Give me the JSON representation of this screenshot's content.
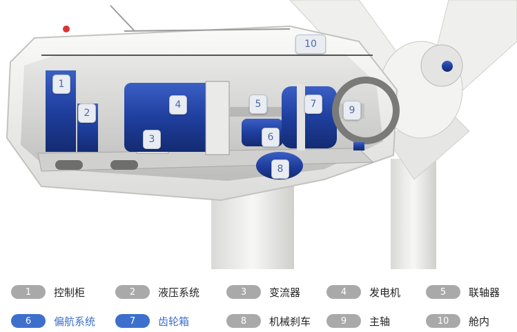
{
  "markers": [
    "1",
    "2",
    "3",
    "4",
    "5",
    "6",
    "7",
    "8",
    "9",
    "10"
  ],
  "legend": {
    "row1": [
      {
        "num": "1",
        "label": "控制柜",
        "highlight": false
      },
      {
        "num": "2",
        "label": "液压系统",
        "highlight": false
      },
      {
        "num": "3",
        "label": "变流器",
        "highlight": false
      },
      {
        "num": "4",
        "label": "发电机",
        "highlight": false
      },
      {
        "num": "5",
        "label": "联轴器",
        "highlight": false
      }
    ],
    "row2": [
      {
        "num": "6",
        "label": "偏航系统",
        "highlight": true
      },
      {
        "num": "7",
        "label": "齿轮箱",
        "highlight": true
      },
      {
        "num": "8",
        "label": "机械刹车",
        "highlight": false
      },
      {
        "num": "9",
        "label": "主轴",
        "highlight": false
      },
      {
        "num": "10",
        "label": "舱内",
        "highlight": false
      }
    ]
  },
  "colors": {
    "component_blue": "#1f3f9e",
    "highlight_blue": "#3d6fcc",
    "badge_grey": "#a9a9a9",
    "nacelle_white": "#f2f2f0"
  }
}
